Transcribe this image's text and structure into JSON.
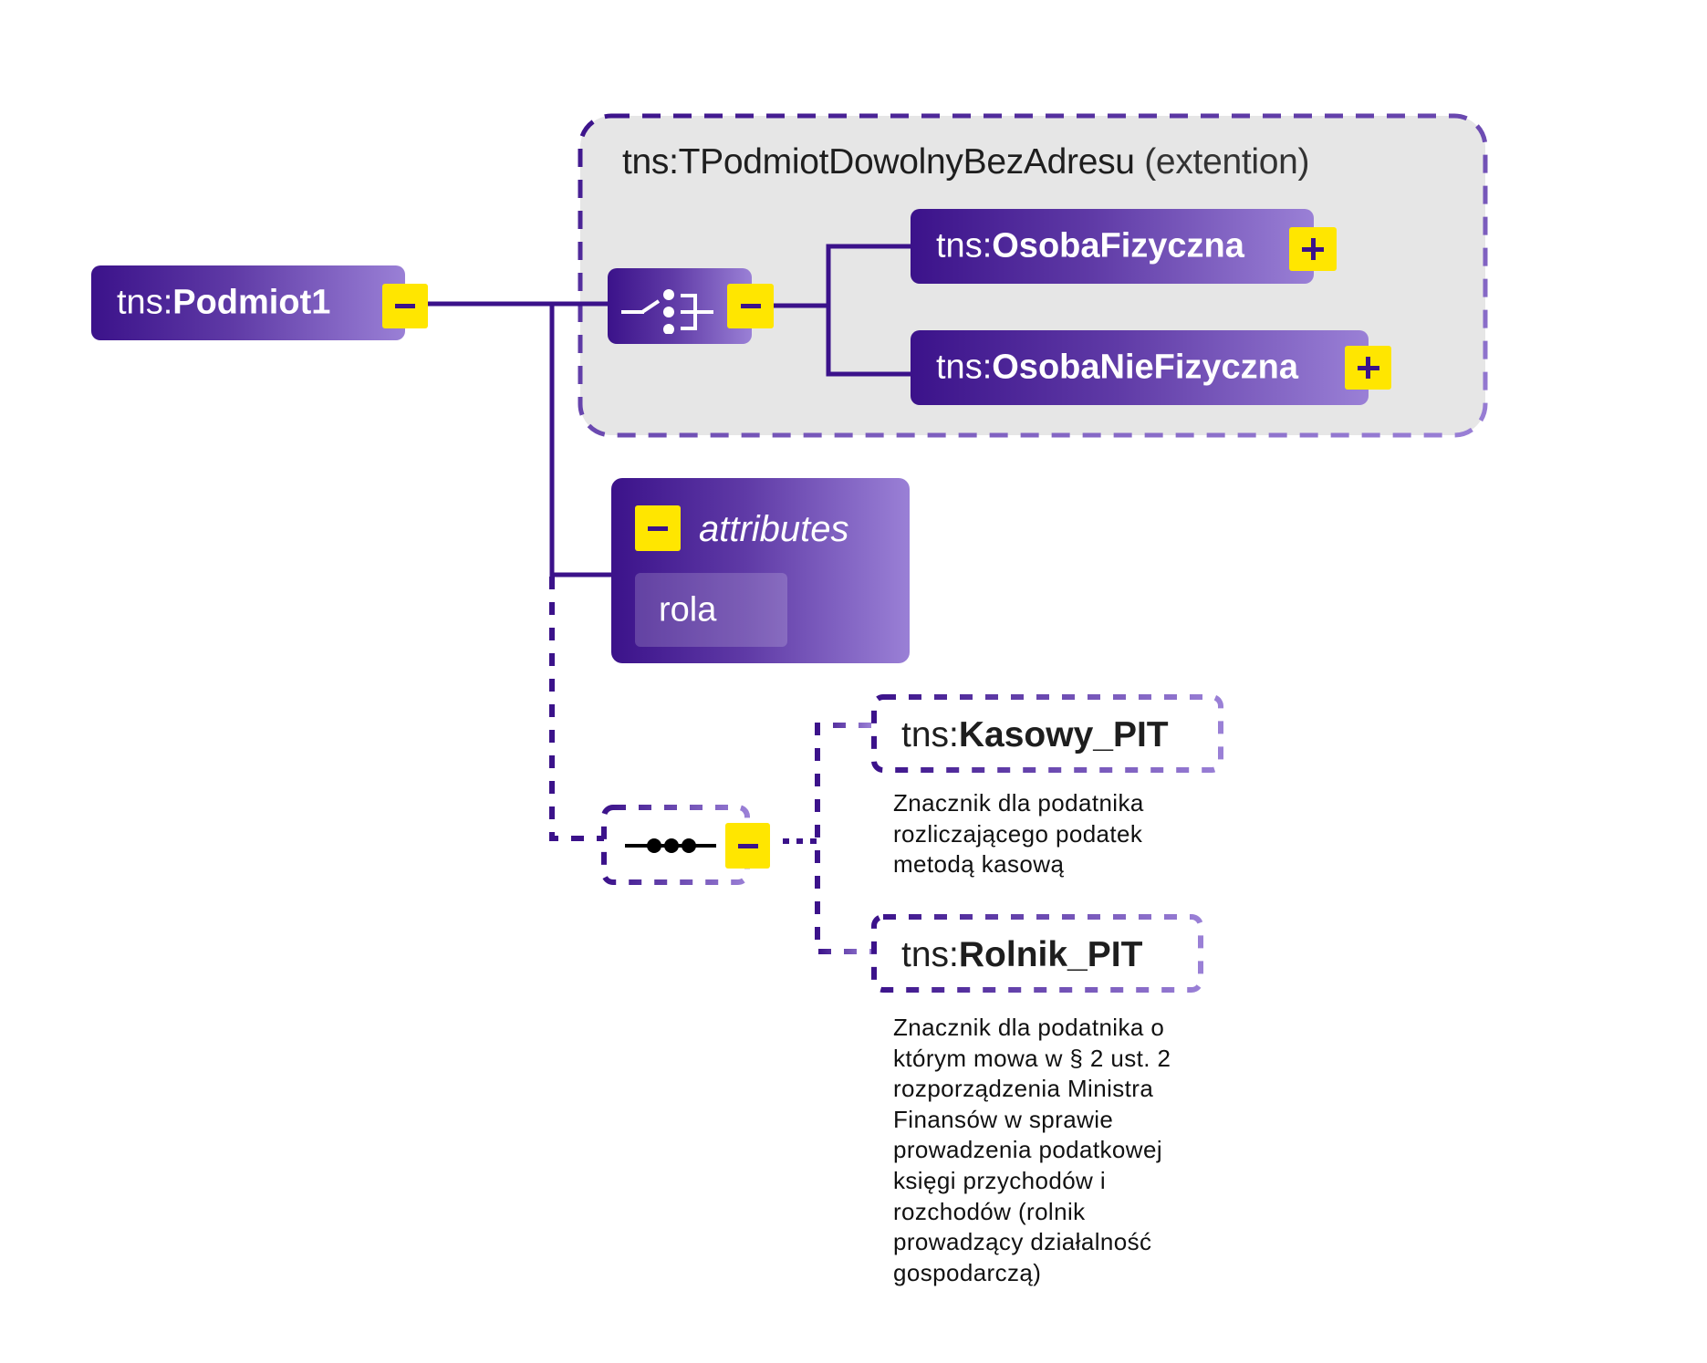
{
  "root": {
    "prefix": "tns:",
    "name": "Podmiot1",
    "toggle": "collapse"
  },
  "extension": {
    "type_name": "tns:TPodmiotDowolnyBezAdresu",
    "suffix": "(extention)",
    "choice": {
      "icon": "choice-icon",
      "toggle": "collapse",
      "options": [
        {
          "prefix": "tns:",
          "name": "OsobaFizyczna",
          "toggle": "expand"
        },
        {
          "prefix": "tns:",
          "name": "OsobaNieFizyczna",
          "toggle": "expand"
        }
      ]
    }
  },
  "attributes": {
    "title": "attributes",
    "toggle": "collapse",
    "items": [
      "rola"
    ]
  },
  "sequence": {
    "icon": "sequence-icon",
    "optional": true,
    "toggle": "collapse",
    "elements": [
      {
        "prefix": "tns:",
        "name": "Kasowy_PIT",
        "optional": true,
        "description": "Znacznik dla podatnika\nrozliczającego podatek\nmetodą kasową"
      },
      {
        "prefix": "tns:",
        "name": "Rolnik_PIT",
        "optional": true,
        "description": "Znacznik dla podatnika o\nktórym mowa w § 2 ust. 2\nrozporządzenia Ministra\nFinansów w sprawie\nprowadzenia podatkowej\nksięgi przychodów i\nrozchodów (rolnik\nprowadzący działalność\ngospodarczą)"
      }
    ]
  },
  "colors": {
    "node_dark": "#3b128a",
    "node_light": "#9a80d6",
    "toggle_bg": "#ffe600",
    "container_bg": "#e6e6e6",
    "line": "#3b128a"
  }
}
